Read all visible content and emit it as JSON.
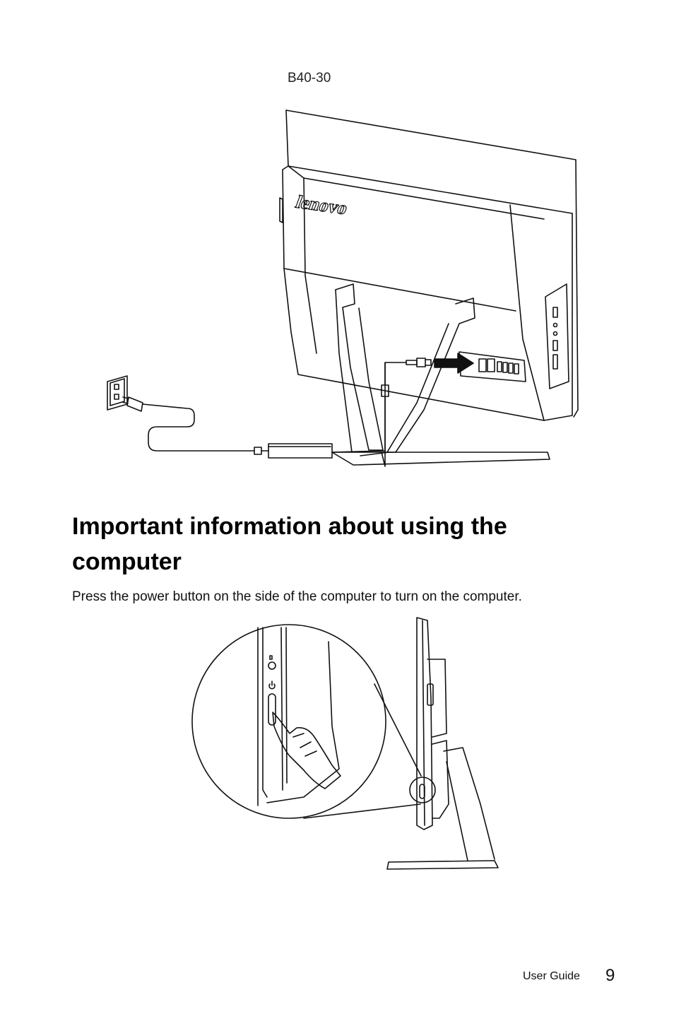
{
  "figure_top": {
    "model_label": "B40-30",
    "logo_text": "lenovo",
    "icons": [
      "wall-outlet-icon",
      "power-plug-icon",
      "power-adapter-icon",
      "insert-arrow-icon"
    ]
  },
  "section": {
    "heading": "Important information about using the computer",
    "body": "Press the power button on the side of the computer to turn on the computer."
  },
  "figure_bottom": {
    "icons": [
      "power-symbol-icon",
      "hand-pressing-icon",
      "magnifier-circle-icon"
    ]
  },
  "footer": {
    "label": "User Guide",
    "page_number": "9"
  }
}
